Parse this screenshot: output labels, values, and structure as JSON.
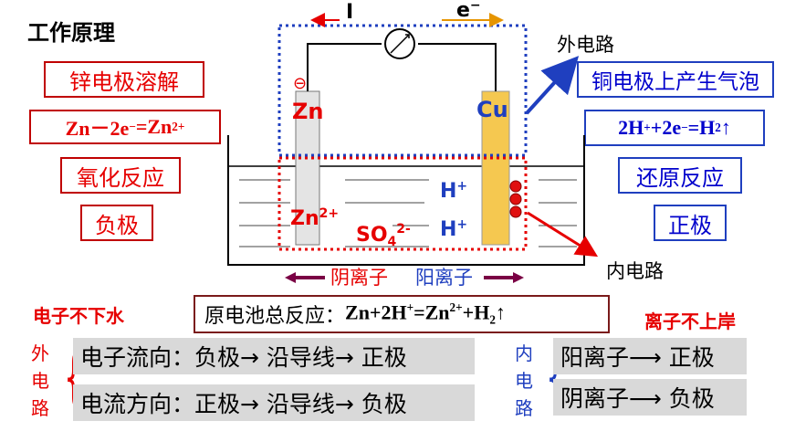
{
  "title": "工作原理",
  "left_boxes": {
    "zn_dissolve": "锌电极溶解",
    "zn_eq_main": "Zn－2e",
    "zn_eq_sup1": "−",
    "zn_eq_mid": "=Zn",
    "zn_eq_sup2": "2+",
    "oxidation": "氧化反应",
    "negative": "负极"
  },
  "right_boxes": {
    "cu_bubbles": "铜电极上产生气泡",
    "h_eq_a": "2H",
    "h_eq_sup1": "+",
    "h_eq_b": "+2e",
    "h_eq_sup2": "−",
    "h_eq_c": "=H",
    "h_eq_sub": "2",
    "h_eq_d": "↑",
    "reduction": "还原反应",
    "positive": "正极"
  },
  "diagram": {
    "current_label": "I",
    "electron_label": "e",
    "electron_sup": "−",
    "outer_circuit": "外电路",
    "inner_circuit": "内电路",
    "neg_sign": "⊖",
    "zn_label": "Zn",
    "cu_label": "Cu",
    "zn_ion": "Zn",
    "zn_ion_sup": "2+",
    "so4_a": "SO",
    "so4_sub": "4",
    "so4_sup": "2-",
    "h_ion_1": "H",
    "h_ion_1_sup": "+",
    "h_ion_2": "H",
    "h_ion_2_sup": "+",
    "anion_label": "阴离子",
    "cation_label": "阳离子"
  },
  "electron_not_water": "电子不下水",
  "ion_not_shore": "离子不上岸",
  "total_reaction": {
    "prefix": "原电池总反应：",
    "eq_a": "Zn+2H",
    "sup1": "+",
    "eq_b": "=Zn",
    "sup2": "2+",
    "eq_c": "+H",
    "sub": "2",
    "eq_d": "↑"
  },
  "outer_side": "外电路",
  "outer_lines": {
    "electron_flow": "电子流向：负极→ 沿导线→ 正极",
    "current_flow": "电流方向：正极→ 沿导线→ 负极"
  },
  "inner_side": "内电路",
  "inner_lines": {
    "cation_flow": "阳离子⟶ 正极",
    "anion_flow": "阴离子⟶ 负极"
  }
}
